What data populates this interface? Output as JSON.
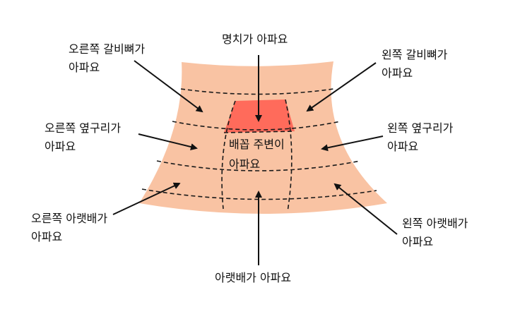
{
  "colors": {
    "torso_fill": "#f9c3a3",
    "epigastric_fill": "#ff6b5b",
    "outline_stroke": "#1a1a1a",
    "arrow": "#111111",
    "background": "#ffffff"
  },
  "labels": {
    "right_upper_l1": "오른쪽 갈비뼈가",
    "right_upper_l2": "아파요",
    "epigastric": "명치가 아파요",
    "left_upper_l1": "왼쪽 갈비뼈가",
    "left_upper_l2": "아파요",
    "right_flank_l1": "오른쪽 옆구리가",
    "right_flank_l2": "아파요",
    "left_flank_l1": "왼쪽 옆구리가",
    "left_flank_l2": "아파요",
    "umbilical_l1": "배꼽 주변이",
    "umbilical_l2": "아파요",
    "right_lower_l1": "오른쪽 아랫배가",
    "right_lower_l2": "아파요",
    "left_lower_l1": "왼쪽 아랫배가",
    "left_lower_l2": "아파요",
    "lower_abdomen": "아랫배가 아파요"
  }
}
